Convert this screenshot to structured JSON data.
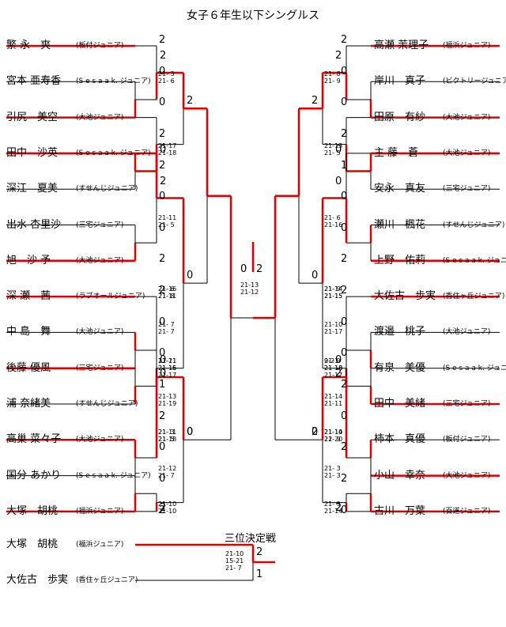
{
  "title": "女子６年生以下シングルス",
  "left_players": [
    {
      "name": "繁 永　爽",
      "team": "(板付ジュニア)"
    },
    {
      "name": "宮本 亜寿香",
      "team": "(S e s a a k. ジュニア)"
    },
    {
      "name": "引尻　美空",
      "team": "(大池ジュニア)"
    },
    {
      "name": "田中　沙英",
      "team": "(S e s a a k. ジュニア)"
    },
    {
      "name": "深江　夏美",
      "team": "(すせんじジュニア)"
    },
    {
      "name": "出水 杏里沙",
      "team": "(三宅ジュニア)"
    },
    {
      "name": "旭　沙 予",
      "team": "(大池ジュニア)"
    },
    {
      "name": "深 瀬　茜",
      "team": "(ラブオールジュニア)"
    },
    {
      "name": "中 島　舞",
      "team": "(大池ジュニア)"
    },
    {
      "name": "後藤 優風",
      "team": "(三宅ジュニア)"
    },
    {
      "name": "浦 奈緒美",
      "team": "(すせんじジュニア)"
    },
    {
      "name": "高巢 菜々子",
      "team": "(大池ジュニア)"
    },
    {
      "name": "国分 あかり",
      "team": "(S e s a a k. ジュニア)"
    },
    {
      "name": "大塚　胡桃",
      "team": "(福浜ジュニア)"
    }
  ],
  "right_players": [
    {
      "name": "高瀬 茉理子",
      "team": "(福浜ジュニア)"
    },
    {
      "name": "岸川　真子",
      "team": "(ビクトリージュニア)"
    },
    {
      "name": "田原　有紗",
      "team": "(大池ジュニア)"
    },
    {
      "name": "主 藤　蒼",
      "team": "(大池ジュニア)"
    },
    {
      "name": "安永　真友",
      "team": "(三宅ジュニア)"
    },
    {
      "name": "瀬川　楓花",
      "team": "(すせんじジュニア)"
    },
    {
      "name": "上野　佑莉",
      "team": "(S e s a a k. ジュニア)"
    },
    {
      "name": "大佐古　歩実",
      "team": "(香住ヶ丘ジュニア)"
    },
    {
      "name": "渡邉　桃子",
      "team": "(大池ジュニア)"
    },
    {
      "name": "有泉　美優",
      "team": "(S e s a a k. ジュニア)"
    },
    {
      "name": "田中　美緒",
      "team": "(三宅ジュニア)"
    },
    {
      "name": "柿本　真優",
      "team": "(板付ジュニア)"
    },
    {
      "name": "小山　幸奈",
      "team": "(大池ジュニア)"
    },
    {
      "name": "古川　万葉",
      "team": "(百道ジュニア)"
    }
  ],
  "left_scores": {
    "r1": [
      "2",
      "0",
      "0",
      "2",
      "2",
      "0",
      "0",
      "2",
      "2",
      "0",
      "0",
      "1",
      "2",
      "0",
      "0",
      "2"
    ],
    "r2": [
      "2",
      "0",
      "2",
      "0",
      "0",
      "2"
    ],
    "r3": [
      "2",
      "0",
      "0",
      "0"
    ],
    "final": "0"
  },
  "right_scores": {
    "r1": [
      "2",
      "0",
      "0",
      "2",
      "1",
      "0",
      "0",
      "2",
      "2",
      "0",
      "0",
      "2",
      "0",
      "2",
      "2",
      "0"
    ],
    "r2": [
      "2",
      "0",
      "0",
      "2",
      "0",
      "2"
    ],
    "r3": [
      "2",
      "0",
      "2",
      "0"
    ],
    "final": "2"
  },
  "left_game_scores": [
    "21- 3\n21- 6",
    "21-17\n21-18",
    "21-11\n21- 5",
    "21- 6\n21-11",
    "21-11\n21-16",
    "21- 3\n21- 5",
    "21-10\n21-10",
    "21-16\n21- 8",
    "21- 7\n21- 7",
    "17-21\n21-15\n21-17",
    "21-13\n21-19",
    "21-11\n21-18",
    "21-12\n21- 7"
  ],
  "right_game_scores": [
    "21- 8\n21- 9",
    "21-13\n21- 5",
    "21- 6\n21-16",
    "21- 9\n21-15",
    "9-21\n21-18\n21-17",
    "21-14\n22-20",
    "21- 9\n21-14",
    "21-14\n21-15",
    "21-10\n21-17",
    "21- 9\n21-10",
    "21-14\n21-11",
    "21-10\n21- 9",
    "21- 3\n21- 3"
  ],
  "final_game_score": "21-13\n21-12",
  "third_place": {
    "title": "三位決定戦",
    "players": [
      {
        "name": "大塚　胡桃",
        "team": "(福浜ジュニア)"
      },
      {
        "name": "大佐古　歩実",
        "team": "(香住ヶ丘ジュニア)"
      }
    ],
    "scores": [
      "2",
      "1"
    ],
    "game_score": "21-10\n15-21\n21- 7"
  },
  "colors": {
    "winner_line": "#e00000",
    "line": "#000000"
  }
}
